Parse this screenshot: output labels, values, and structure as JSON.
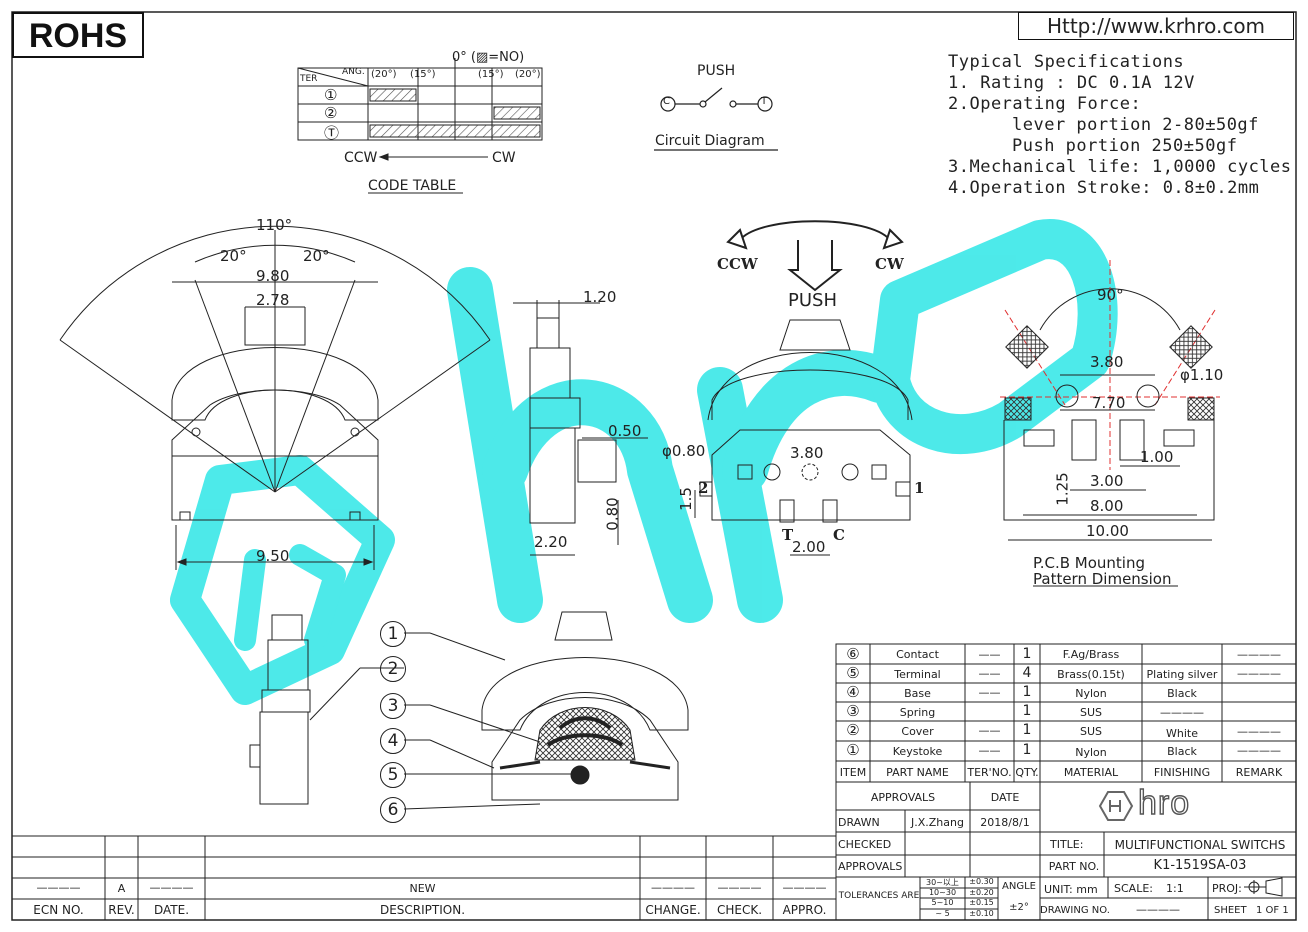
{
  "header": {
    "rohs": "ROHS",
    "url": "Http://www.krhro.com"
  },
  "specifications": {
    "title": "Typical Specifications",
    "line1": "1. Rating : DC 0.1A 12V",
    "line2": "2.Operating Force:",
    "line3": "lever portion 2-80±50gf",
    "line4": "Push portion 250±50gf",
    "line5": "3.Mechanical life: 1,0000 cycles",
    "line6": "4.Operation Stroke: 0.8±0.2mm"
  },
  "code_table": {
    "caption": "CODE TABLE",
    "legend": "0° (▨=NO)",
    "header_ang": "ANG.",
    "header_ter": "TER",
    "angles": [
      "(20°)",
      "(15°)",
      "(15°)",
      "(20°)"
    ],
    "rows": [
      "①",
      "②",
      "Ⓣ"
    ],
    "ccw": "CCW",
    "cw": "CW"
  },
  "circuit": {
    "push": "PUSH",
    "left_terminal": "C",
    "right_terminal": "T",
    "caption": "Circuit Diagram"
  },
  "front_view": {
    "arc_angle": "110°",
    "left_angle": "20°",
    "right_angle": "20°",
    "width_top": "9.80",
    "lever_width": "2.78",
    "width_bottom": "9.50"
  },
  "side_view": {
    "top_width": "1.20",
    "offset": "0.50",
    "height": "0.80",
    "base_width": "2.20"
  },
  "terminal_view": {
    "ccw": "CCW",
    "cw": "CW",
    "push": "PUSH",
    "hole_dia": "φ0.80",
    "pitch": "3.80",
    "height": "1.5",
    "pin_left": "2",
    "pin_right": "1",
    "pin_t": "T",
    "pin_c": "C",
    "pin_pitch": "2.00"
  },
  "pcb": {
    "angle": "90°",
    "pitch": "3.80",
    "hole_dia": "φ1.10",
    "span": "7.70",
    "pad": "1.00",
    "height": "1.25",
    "inner": "3.00",
    "mid": "8.00",
    "overall": "10.00",
    "caption1": "P.C.B Mounting",
    "caption2": "Pattern Dimension"
  },
  "callouts": [
    "1",
    "2",
    "3",
    "4",
    "5",
    "6"
  ],
  "bom": {
    "rows": [
      {
        "no": "⑥",
        "name": "Contact",
        "ter": "——",
        "qty": "1",
        "material": "F.Ag/Brass",
        "finishing": "",
        "remark": "————"
      },
      {
        "no": "⑤",
        "name": "Terminal",
        "ter": "——",
        "qty": "4",
        "material": "Brass(0.15t)",
        "finishing": "Plating silver",
        "remark": "————"
      },
      {
        "no": "④",
        "name": "Base",
        "ter": "——",
        "qty": "1",
        "material": "Nylon",
        "finishing": "Black",
        "remark": ""
      },
      {
        "no": "③",
        "name": "Spring",
        "ter": "",
        "qty": "1",
        "material": "SUS",
        "finishing": "————",
        "remark": ""
      },
      {
        "no": "②",
        "name": "Cover",
        "ter": "——",
        "qty": "1",
        "material": "SUS",
        "finishing": "White",
        "remark": "————"
      },
      {
        "no": "①",
        "name": "Keystoke",
        "ter": "——",
        "qty": "1",
        "material": "Nylon",
        "finishing": "Black",
        "remark": "————"
      }
    ],
    "headers": {
      "no": "ITEM",
      "name": "PART NAME",
      "ter": "TER'NO.",
      "qty": "QTY.",
      "material": "MATERIAL",
      "finishing": "FINISHING",
      "remark": "REMARK"
    }
  },
  "title_block": {
    "approvals_header": "APPROVALS",
    "date_header": "DATE",
    "drawn": "DRAWN",
    "drawn_name": "J.X.Zhang",
    "drawn_date": "2018/8/1",
    "checked": "CHECKED",
    "approvals": "APPROVALS",
    "logo": "hro",
    "title_label": "TITLE:",
    "title": "MULTIFUNCTIONAL SWITCHS",
    "part_no_label": "PART NO.",
    "part_no": "K1-1519SA-03",
    "tolerances_label": "TOLERANCES ARE",
    "tol_ranges": [
      "30~以上",
      "10~30",
      "5~10",
      "~ 5"
    ],
    "tol_values": [
      "±0.30",
      "±0.20",
      "±0.15",
      "±0.10"
    ],
    "angle_label": "ANGLE",
    "angle_value": "±2°",
    "unit": "UNIT: mm",
    "scale_label": "SCALE:",
    "scale": "1:1",
    "proj": "PROJ:",
    "drawing_no": "DRAWING NO.",
    "drawing_no_value": "————",
    "sheet": "SHEET",
    "sheet_value": "1 OF 1"
  },
  "revision": {
    "ecn_value": "————",
    "rev_value": "A",
    "date_value": "————",
    "description_value": "NEW",
    "change_value": "————",
    "check_value": "————",
    "appro_value": "————",
    "ecn": "ECN NO.",
    "rev": "REV.",
    "date": "DATE.",
    "description": "DESCRIPTION.",
    "change": "CHANGE.",
    "check": "CHECK.",
    "appro": "APPRO."
  },
  "colors": {
    "watermark": "#2ee6e6",
    "line": "#222222",
    "hatch": "#555555",
    "center_line": "#e03030"
  }
}
